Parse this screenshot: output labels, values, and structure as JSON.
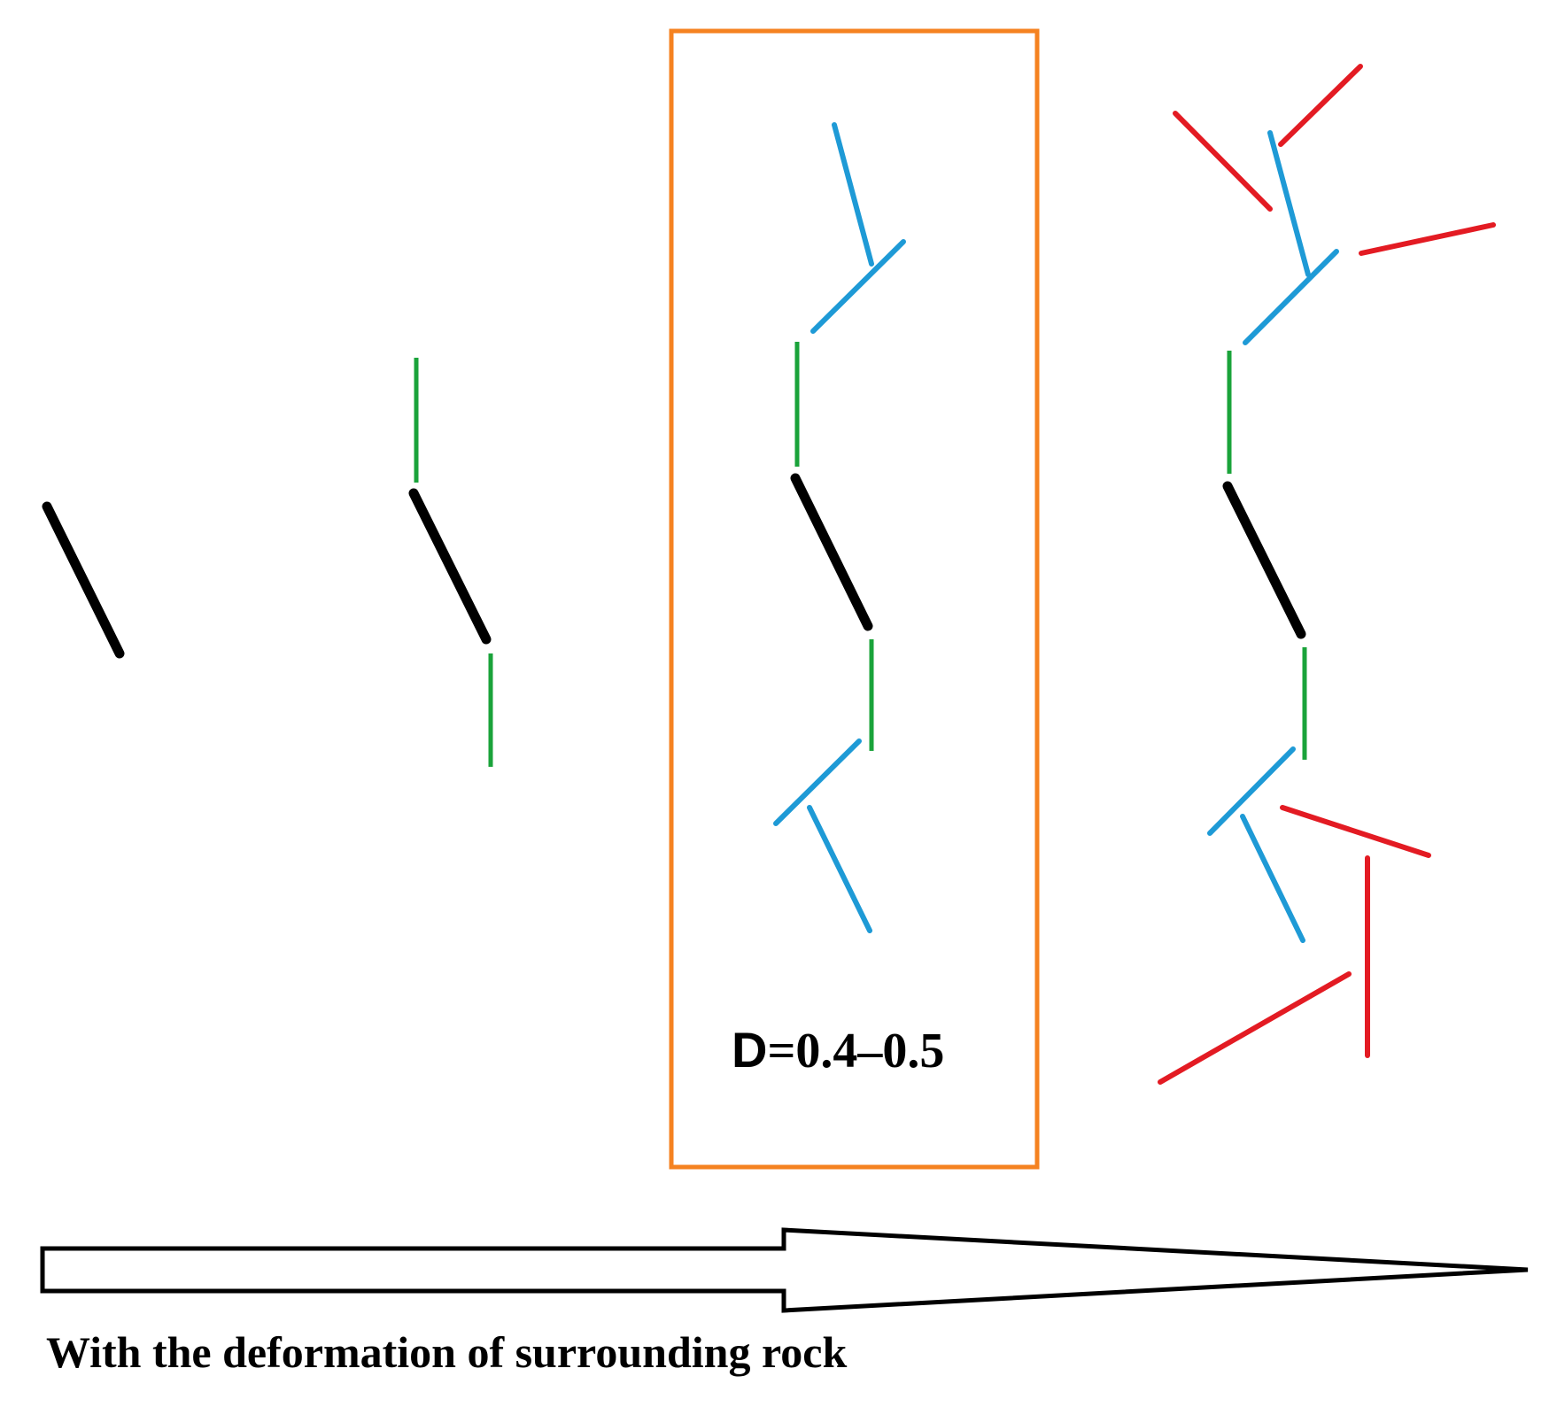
{
  "stage_box_label": {
    "letter": "D",
    "value": "=0.4–0.5"
  },
  "caption": "With the deformation of surrounding rock",
  "colors": {
    "primary_crack": "#000000",
    "secondary_crack": "#1aa33a",
    "tertiary_crack": "#1e9ad6",
    "quaternary_crack": "#e31b23",
    "highlight_box": "#f58220",
    "arrow_outline": "#000000"
  }
}
